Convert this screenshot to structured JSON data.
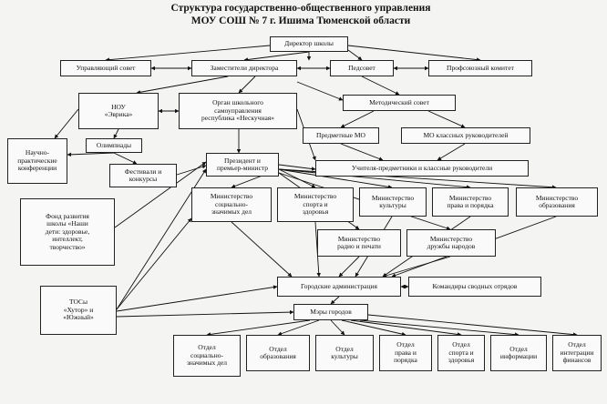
{
  "title": {
    "line1": "Структура государственно-общественного управления",
    "line2": "МОУ СОШ № 7 г. Ишима Тюменской области"
  },
  "nodes": {
    "director": "Директор школы",
    "council": "Управляющий совет",
    "deputies": "Заместители директора",
    "pedsovet": "Педсовет",
    "union": "Профсоюзный комитет",
    "nou": "НОУ\n«Эврика»",
    "selfgov": "Орган школьного\nсамоуправления\nреспублика «Нескучная»",
    "metsovet": "Методический совет",
    "conference": "Научно-\nпрактические\nконференции",
    "olympiads": "Олимпиады",
    "subject_mo": "Предметные МО",
    "class_mo": "МО классных руководителей",
    "president": "Президент и\nпремьер-министр",
    "festivals": "Фестивали и\nконкурсы",
    "teachers": "Учителя-предметники и классные руководители",
    "fund": "Фонд развития\nшколы «Наши\nдети: здоровье,\nинтеллект,\nтворчество»",
    "min_social": "Министерство\nсоциально-\nзначимых дел",
    "min_sport": "Министерство\nспорта и\nздоровья",
    "min_culture": "Министерство\nкультуры",
    "min_law": "Министерство\nправа и порядка",
    "min_edu": "Министерство\nобразования",
    "min_press": "Министерство\nрадио и печати",
    "min_friend": "Министерство\nдружбы народов",
    "city_admin": "Городские администрация",
    "squads": "Командиры сводных отрядов",
    "tos": "ТОСы\n«Хутор» и\n«Южный»",
    "mayors": "Мэры городов",
    "dep_social": "Отдел\nсоциально-\nзначимых дел",
    "dep_edu": "Отдел\nобразования",
    "dep_culture": "Отдел\nкультуры",
    "dep_law": "Отдел\nправа и\nпорядка",
    "dep_sport": "Отдел\nспорта и\nздоровья",
    "dep_info": "Отдел\nинформации",
    "dep_fin": "Отдел\nинтеграции\nфинансов"
  }
}
